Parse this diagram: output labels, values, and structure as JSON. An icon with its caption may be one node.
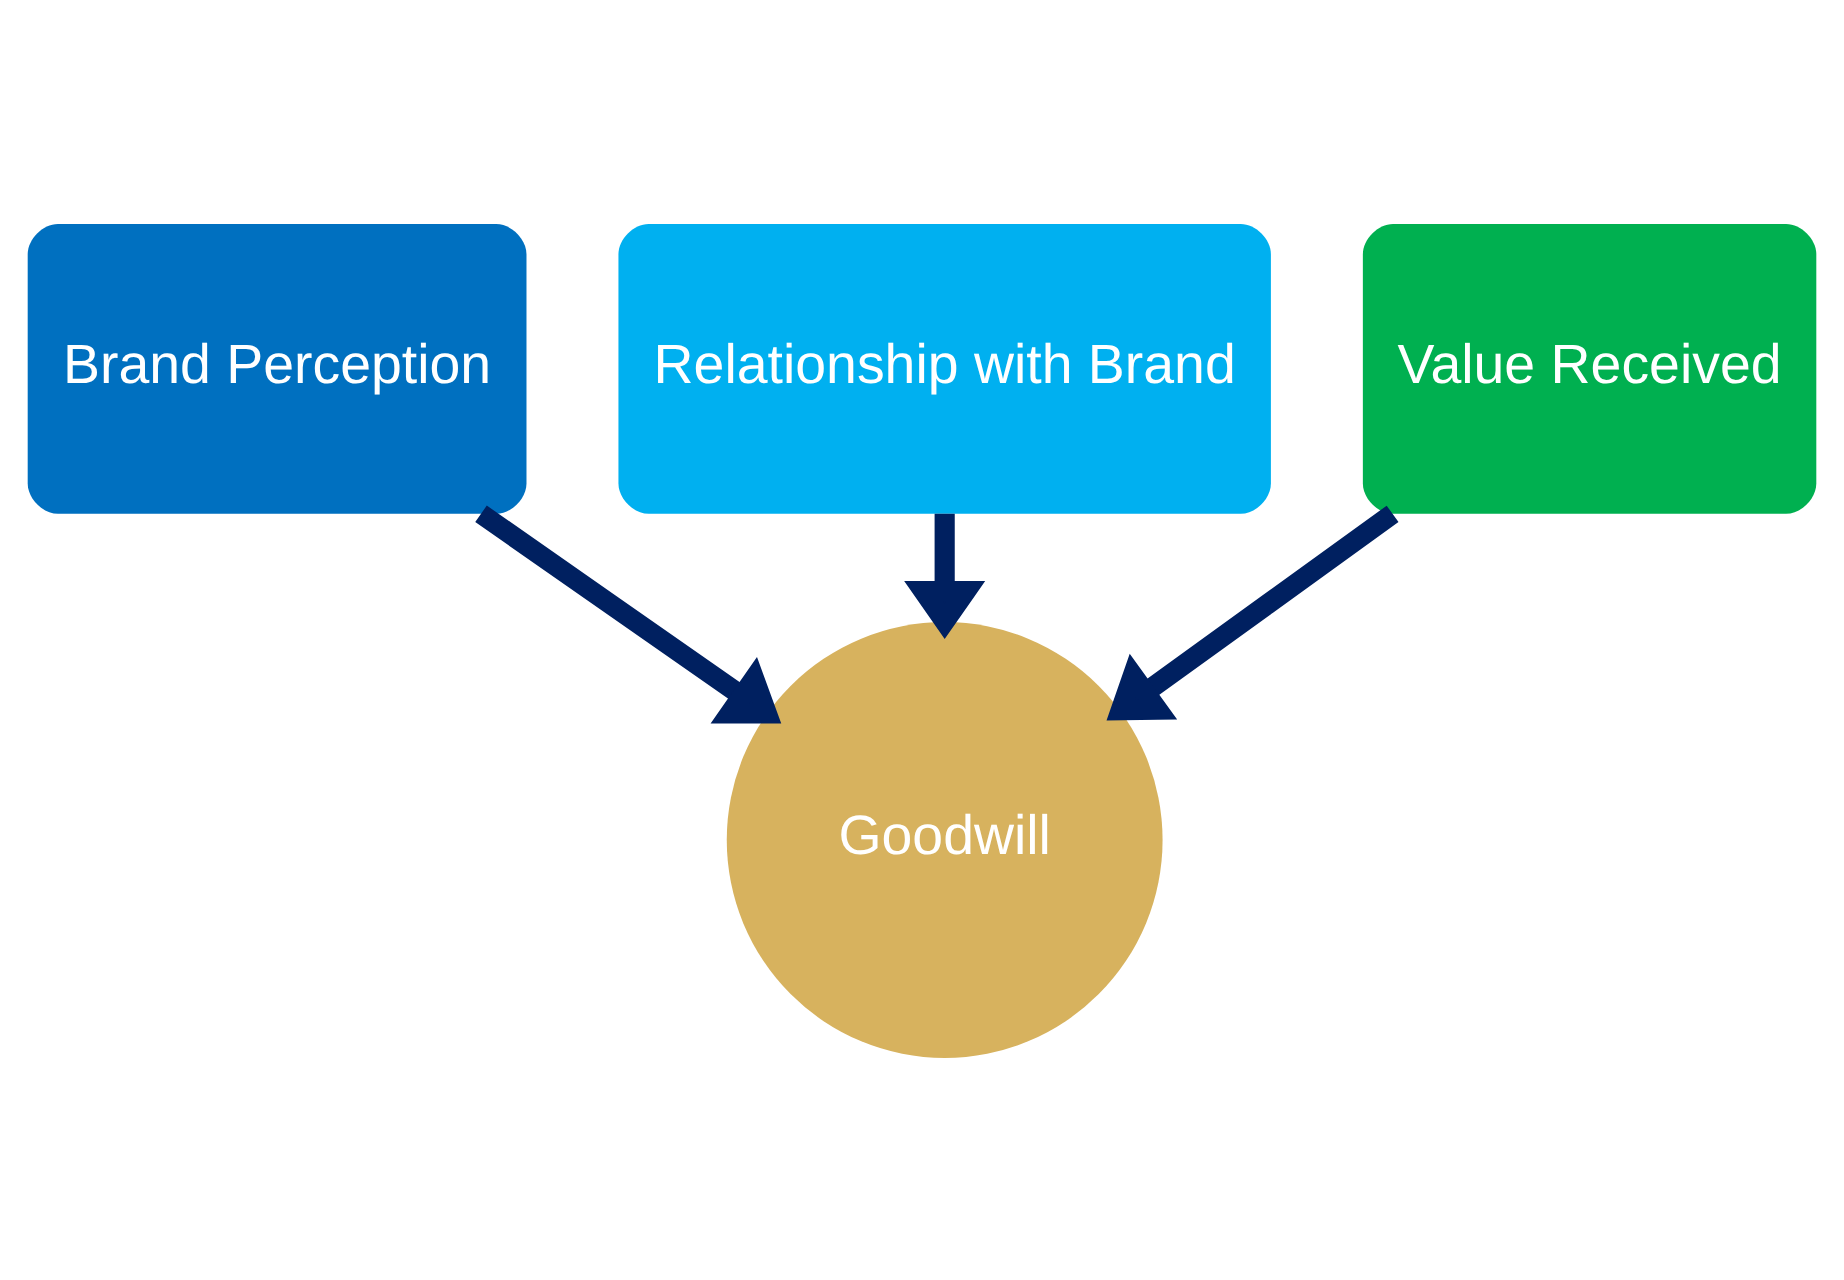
{
  "diagram": {
    "nodes": [
      {
        "text": [
          "Brand Perception"
        ]
      },
      {
        "text": [
          "Relationship with Brand"
        ]
      },
      {
        "text": [
          "Value Received"
        ]
      },
      {
        "text": [
          "Goodwill"
        ]
      }
    ],
    "edges": [
      {
        "from": 0,
        "to": 3,
        "arrow": "to"
      },
      {
        "from": 1,
        "to": 3,
        "arrow": "to"
      },
      {
        "from": 2,
        "to": 3,
        "arrow": "to"
      }
    ]
  }
}
